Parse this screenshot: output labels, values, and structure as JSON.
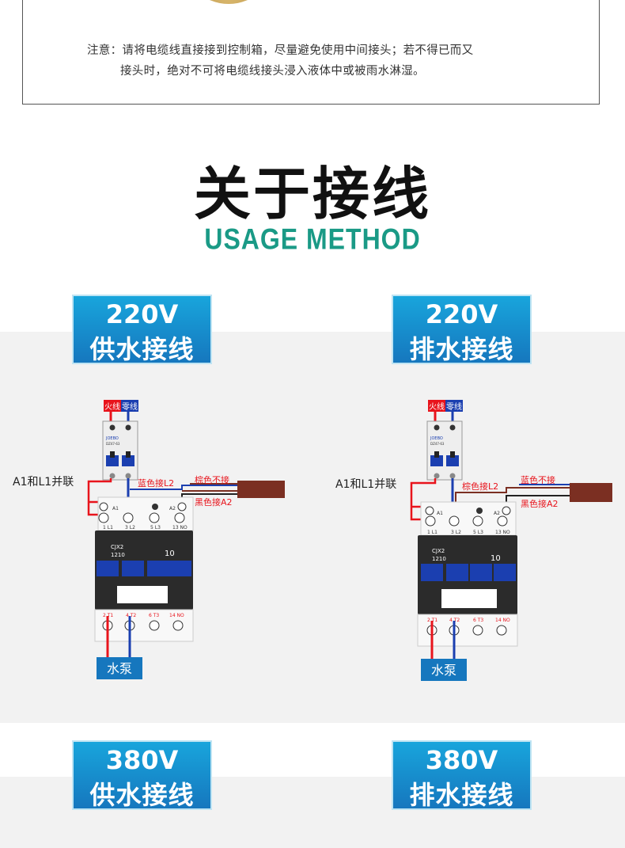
{
  "notice": {
    "line1": "注意：请将电缆线直接接到控制箱，尽量避免使用中间接头；若不得已而又",
    "line2": "接头时，绝对不可将电缆线接头浸入液体中或被雨水淋湿。"
  },
  "heading": {
    "title_cn": "关于接线",
    "title_en": "USAGE METHOD"
  },
  "panels": [
    {
      "voltage": "220V",
      "label": "供水接线"
    },
    {
      "voltage": "220V",
      "label": "排水接线"
    },
    {
      "voltage": "380V",
      "label": "供水接线"
    },
    {
      "voltage": "380V",
      "label": "排水接线"
    }
  ],
  "diagram_left": {
    "live_label": "火线",
    "neutral_label": "零线",
    "parallel_label": "A1和L1并联",
    "blue_label": "蓝色接L2",
    "brown_label": "棕色不接",
    "black_label": "黑色接A2",
    "breaker_brand": "JOEBO",
    "breaker_model": "DZ47-63",
    "contactor_model_line1": "CJX2",
    "contactor_model_line2": "1210",
    "contactor_rating": "10",
    "top_terminals": [
      "1 L1",
      "3 L2",
      "5 L3",
      "13 NO"
    ],
    "bottom_terminals": [
      "2 T1",
      "4 T2",
      "6 T3",
      "14 NO"
    ],
    "coil_a1": "A1",
    "coil_a2": "A2",
    "pump_label": "水泵"
  },
  "diagram_right": {
    "live_label": "火线",
    "neutral_label": "零线",
    "parallel_label": "A1和L1并联",
    "brown_label": "棕色接L2",
    "blue_label": "蓝色不接",
    "black_label": "黑色接A2",
    "breaker_brand": "JOEBO",
    "breaker_model": "DZ47-63",
    "contactor_model_line1": "CJX2",
    "contactor_model_line2": "1210",
    "contactor_rating": "10",
    "top_terminals": [
      "1 L1",
      "3 L2",
      "5 L3",
      "13 NO"
    ],
    "bottom_terminals": [
      "2 T1",
      "4 T2",
      "6 T3",
      "14 NO"
    ],
    "coil_a1": "A1",
    "coil_a2": "A2",
    "pump_label": "水泵"
  },
  "colors": {
    "accent_teal": "#1a9a86",
    "label_blue": "#1677be",
    "wire_red": "#e8141c",
    "wire_blue": "#1b3fb0",
    "wire_brown": "#7b2f22",
    "wire_black": "#222222"
  }
}
